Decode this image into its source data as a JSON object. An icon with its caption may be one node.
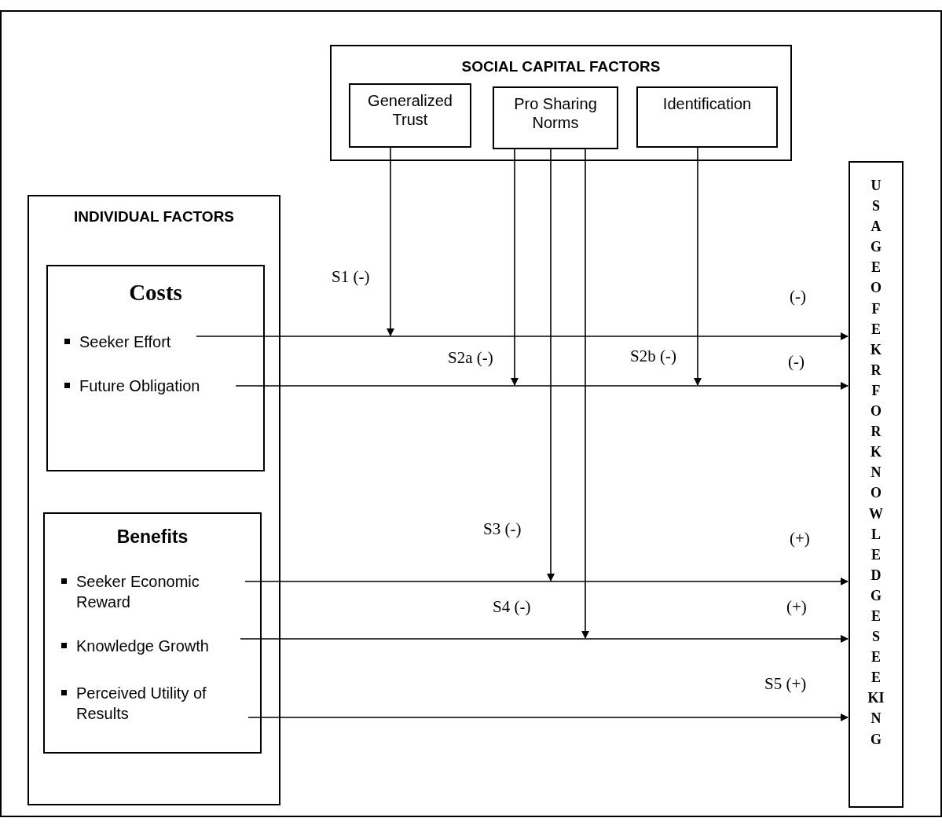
{
  "diagram": {
    "nodes": [
      {
        "text": [
          "SOCIAL CAPITAL FACTORS"
        ]
      },
      {
        "text": [
          "Generalized Trust"
        ],
        "in": 0
      },
      {
        "text": [
          "Pro Sharing Norms"
        ],
        "in": 0
      },
      {
        "text": [
          "Identification"
        ],
        "in": 0
      },
      {
        "text": [
          "INDIVIDUAL FACTORS"
        ]
      },
      {
        "text": [
          "Costs"
        ],
        "in": 4
      },
      {
        "text": [
          "Seeker Effort"
        ],
        "in": 5
      },
      {
        "text": [
          "Future Obligation"
        ],
        "in": 5
      },
      {
        "text": [
          "Benefits"
        ],
        "in": 4
      },
      {
        "text": [
          "Seeker Economic Reward"
        ],
        "in": 8
      },
      {
        "text": [
          "Knowledge Growth"
        ],
        "in": 8
      },
      {
        "text": [
          "Perceived Utility of Results"
        ],
        "in": 8
      },
      {
        "text": [
          "USAGE OF EKR FOR KNOWLEDGE SEEKING"
        ]
      }
    ],
    "edges": [
      {
        "from": 6,
        "to": 12,
        "arrow": "to",
        "label": "(-)"
      },
      {
        "from": 7,
        "to": 12,
        "arrow": "to",
        "label": "(-)"
      },
      {
        "from": 9,
        "to": 12,
        "arrow": "to",
        "label": "(+)"
      },
      {
        "from": 10,
        "to": 12,
        "arrow": "to",
        "label": "(+)"
      },
      {
        "from": 11,
        "to": 12,
        "arrow": "to",
        "label": "S5 (+)"
      },
      {
        "from": 1,
        "to": null,
        "arrow": "to",
        "label": "S1 (-)"
      },
      {
        "from": 2,
        "to": null,
        "arrow": "to",
        "label": "S2a (-)"
      },
      {
        "from": 3,
        "to": null,
        "arrow": "to",
        "label": "S2b (-)"
      },
      {
        "from": 2,
        "to": null,
        "arrow": "to",
        "label": "S3 (-)"
      },
      {
        "from": 2,
        "to": null,
        "arrow": "to",
        "label": "S4 (-)"
      }
    ]
  }
}
